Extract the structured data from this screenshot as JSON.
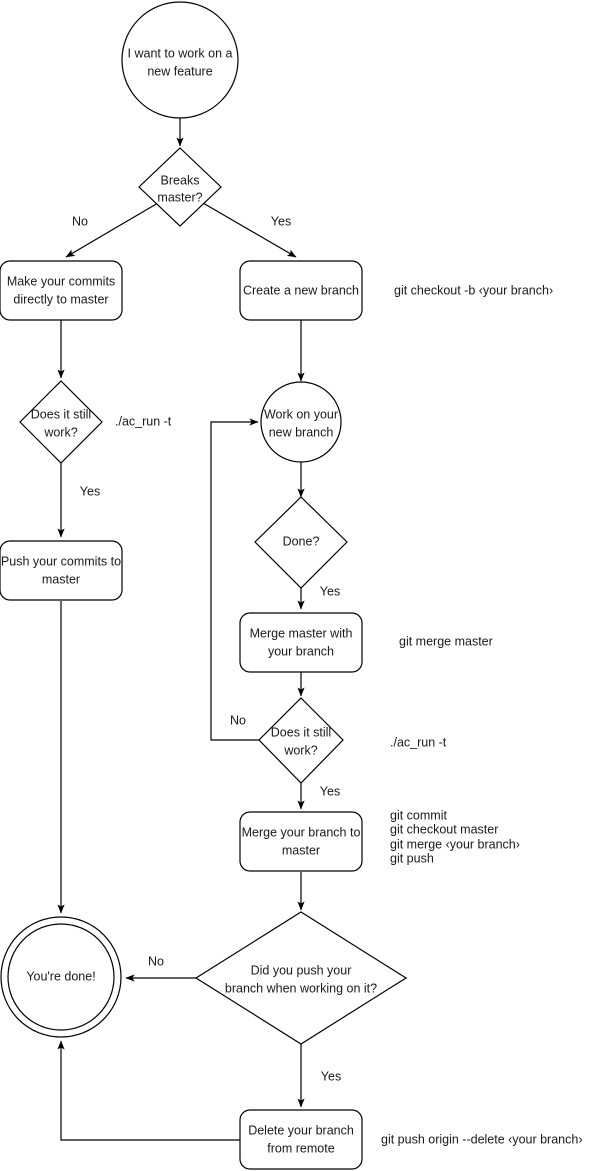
{
  "diagram": {
    "title": "Git branching workflow flowchart",
    "background_color": "#ffffff",
    "stroke_color": "#000000",
    "text_color": "#1a1a1a"
  },
  "nodes": {
    "start": {
      "label_line1": "I want to work on a",
      "label_line2": "new feature",
      "shape": "circle"
    },
    "breaks_master": {
      "label_line1": "Breaks",
      "label_line2": "master?",
      "shape": "diamond"
    },
    "make_commits": {
      "label_line1": "Make your commits",
      "label_line2": "directly to master",
      "shape": "rounded-rect"
    },
    "create_branch": {
      "label_line1": "Create a new branch",
      "label_line2": "",
      "shape": "rounded-rect"
    },
    "does_it_work_left": {
      "label_line1": "Does it still",
      "label_line2": "work?",
      "shape": "diamond"
    },
    "push_commits": {
      "label_line1": "Push your commits to",
      "label_line2": "master",
      "shape": "rounded-rect"
    },
    "work_on_branch": {
      "label_line1": "Work on your",
      "label_line2": "new branch",
      "shape": "circle"
    },
    "done": {
      "label_line1": "Done?",
      "label_line2": "",
      "shape": "diamond"
    },
    "merge_master": {
      "label_line1": "Merge master with",
      "label_line2": "your branch",
      "shape": "rounded-rect"
    },
    "does_it_work_mid": {
      "label_line1": "Does it still",
      "label_line2": "work?",
      "shape": "diamond"
    },
    "merge_branch": {
      "label_line1": "Merge your branch to",
      "label_line2": "master",
      "shape": "rounded-rect"
    },
    "did_you_push": {
      "label_line1": "Did you push your",
      "label_line2": "branch when working on it?",
      "shape": "diamond"
    },
    "delete_branch": {
      "label_line1": "Delete your branch",
      "label_line2": "from remote",
      "shape": "rounded-rect"
    },
    "youre_done": {
      "label_line1": "You're done!",
      "label_line2": "",
      "shape": "double-circle"
    }
  },
  "edge_labels": {
    "breaks_no": "No",
    "breaks_yes": "Yes",
    "work_left_yes": "Yes",
    "done_yes": "Yes",
    "work_mid_no": "No",
    "work_mid_yes": "Yes",
    "push_no": "No",
    "push_yes": "Yes"
  },
  "annotations": {
    "create_branch_cmd": "git checkout -b ‹your branch›",
    "ac_run_left": "./ac_run -t",
    "merge_master_cmd": "git merge master",
    "ac_run_mid": "./ac_run -t",
    "merge_branch_cmd_1": "git commit",
    "merge_branch_cmd_2": "git checkout master",
    "merge_branch_cmd_3": "git merge ‹your branch›",
    "merge_branch_cmd_4": "git push",
    "delete_branch_cmd": "git push origin --delete ‹your branch›"
  }
}
